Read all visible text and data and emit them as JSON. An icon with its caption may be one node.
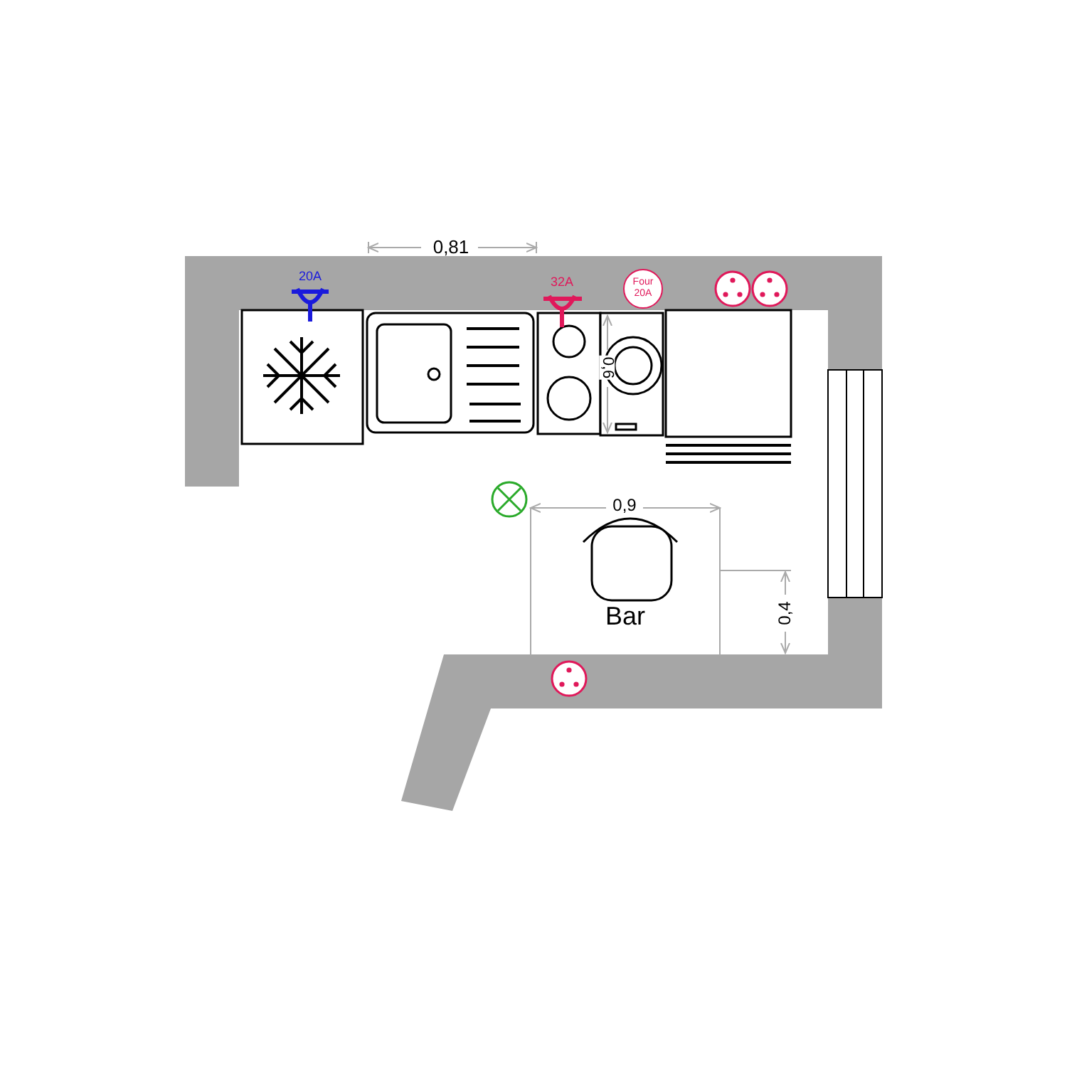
{
  "diagram": {
    "nodes": [
      {
        "text": [
          "Bar"
        ]
      },
      {
        "text": [
          "Four 20A"
        ]
      }
    ],
    "labels": [
      "0,81",
      "20A",
      "32A",
      "0,6",
      "0,9",
      "0,4"
    ]
  }
}
